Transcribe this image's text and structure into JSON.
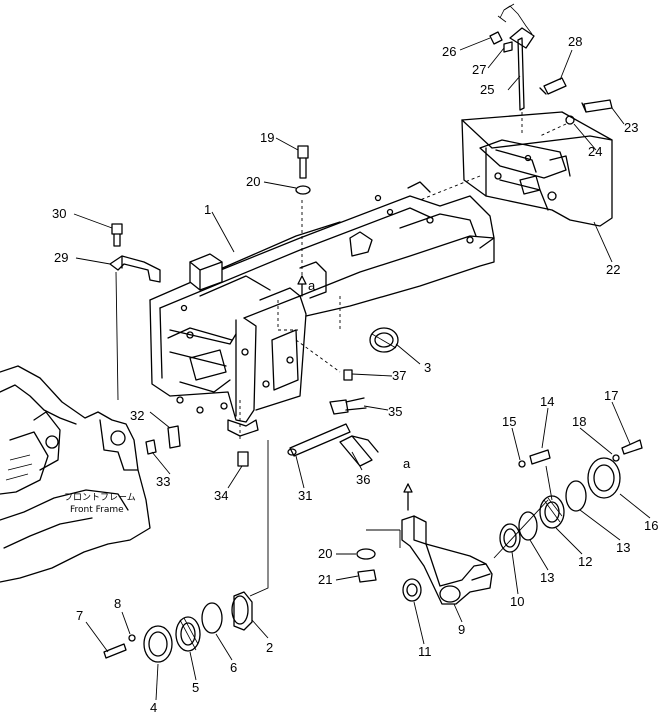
{
  "diagram": {
    "callouts": [
      {
        "id": "p1",
        "text": "1"
      },
      {
        "id": "p2",
        "text": "2"
      },
      {
        "id": "p3",
        "text": "3"
      },
      {
        "id": "p4",
        "text": "4"
      },
      {
        "id": "p5",
        "text": "5"
      },
      {
        "id": "p6",
        "text": "6"
      },
      {
        "id": "p7",
        "text": "7"
      },
      {
        "id": "p8",
        "text": "8"
      },
      {
        "id": "p9",
        "text": "9"
      },
      {
        "id": "p10",
        "text": "10"
      },
      {
        "id": "p11",
        "text": "11"
      },
      {
        "id": "p12",
        "text": "12"
      },
      {
        "id": "p13a",
        "text": "13"
      },
      {
        "id": "p13b",
        "text": "13"
      },
      {
        "id": "p14",
        "text": "14"
      },
      {
        "id": "p15",
        "text": "15"
      },
      {
        "id": "p16",
        "text": "16"
      },
      {
        "id": "p17",
        "text": "17"
      },
      {
        "id": "p18",
        "text": "18"
      },
      {
        "id": "p19",
        "text": "19"
      },
      {
        "id": "p20a",
        "text": "20"
      },
      {
        "id": "p20b",
        "text": "20"
      },
      {
        "id": "p21",
        "text": "21"
      },
      {
        "id": "p22",
        "text": "22"
      },
      {
        "id": "p23",
        "text": "23"
      },
      {
        "id": "p24",
        "text": "24"
      },
      {
        "id": "p25",
        "text": "25"
      },
      {
        "id": "p26",
        "text": "26"
      },
      {
        "id": "p27",
        "text": "27"
      },
      {
        "id": "p28",
        "text": "28"
      },
      {
        "id": "p29",
        "text": "29"
      },
      {
        "id": "p30",
        "text": "30"
      },
      {
        "id": "p31",
        "text": "31"
      },
      {
        "id": "p32",
        "text": "32"
      },
      {
        "id": "p33",
        "text": "33"
      },
      {
        "id": "p34",
        "text": "34"
      },
      {
        "id": "p35",
        "text": "35"
      },
      {
        "id": "p36",
        "text": "36"
      },
      {
        "id": "p37",
        "text": "37"
      }
    ],
    "reference_marks": {
      "upper": "a",
      "lower": "a"
    },
    "front_frame_label_jp": "フロントフレーム",
    "front_frame_label_en": "Front Frame"
  }
}
